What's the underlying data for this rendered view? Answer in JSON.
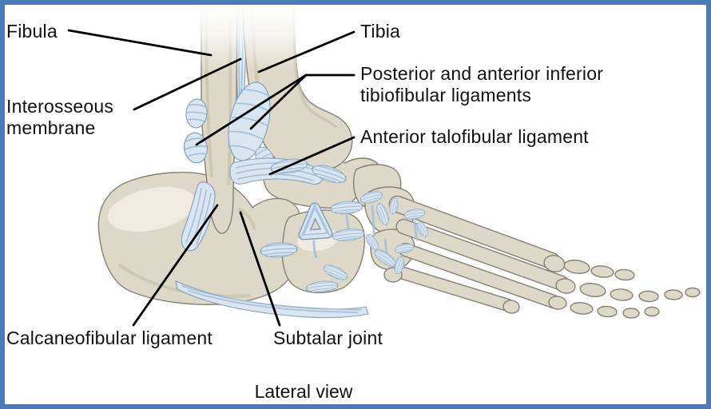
{
  "figure": {
    "type": "anatomical-diagram",
    "subject": "ankle-and-foot-ligaments",
    "caption": "Lateral view",
    "labels": {
      "fibula": "Fibula",
      "tibia": "Tibia",
      "interosseous_membrane": "Interosseous membrane",
      "tibiofibular_ligaments": "Posterior and anterior inferior tibiofibular ligaments",
      "anterior_talofibular_ligament": "Anterior talofibular ligament",
      "calcaneofibular_ligament": "Calcaneofibular ligament",
      "subtalar_joint": "Subtalar joint"
    },
    "colors": {
      "border": "#4a7ab8",
      "background": "#ffffff",
      "bone": "#ddd8c7",
      "bone_shadow": "#c8c0aa",
      "bone_highlight": "#f2efe5",
      "bone_outline": "#878073",
      "ligament": "#d9e5f0",
      "ligament_streak": "#a4bfd8",
      "ligament_outline": "#7f9dba",
      "leader_line": "#000000",
      "label_text": "#111111"
    }
  }
}
